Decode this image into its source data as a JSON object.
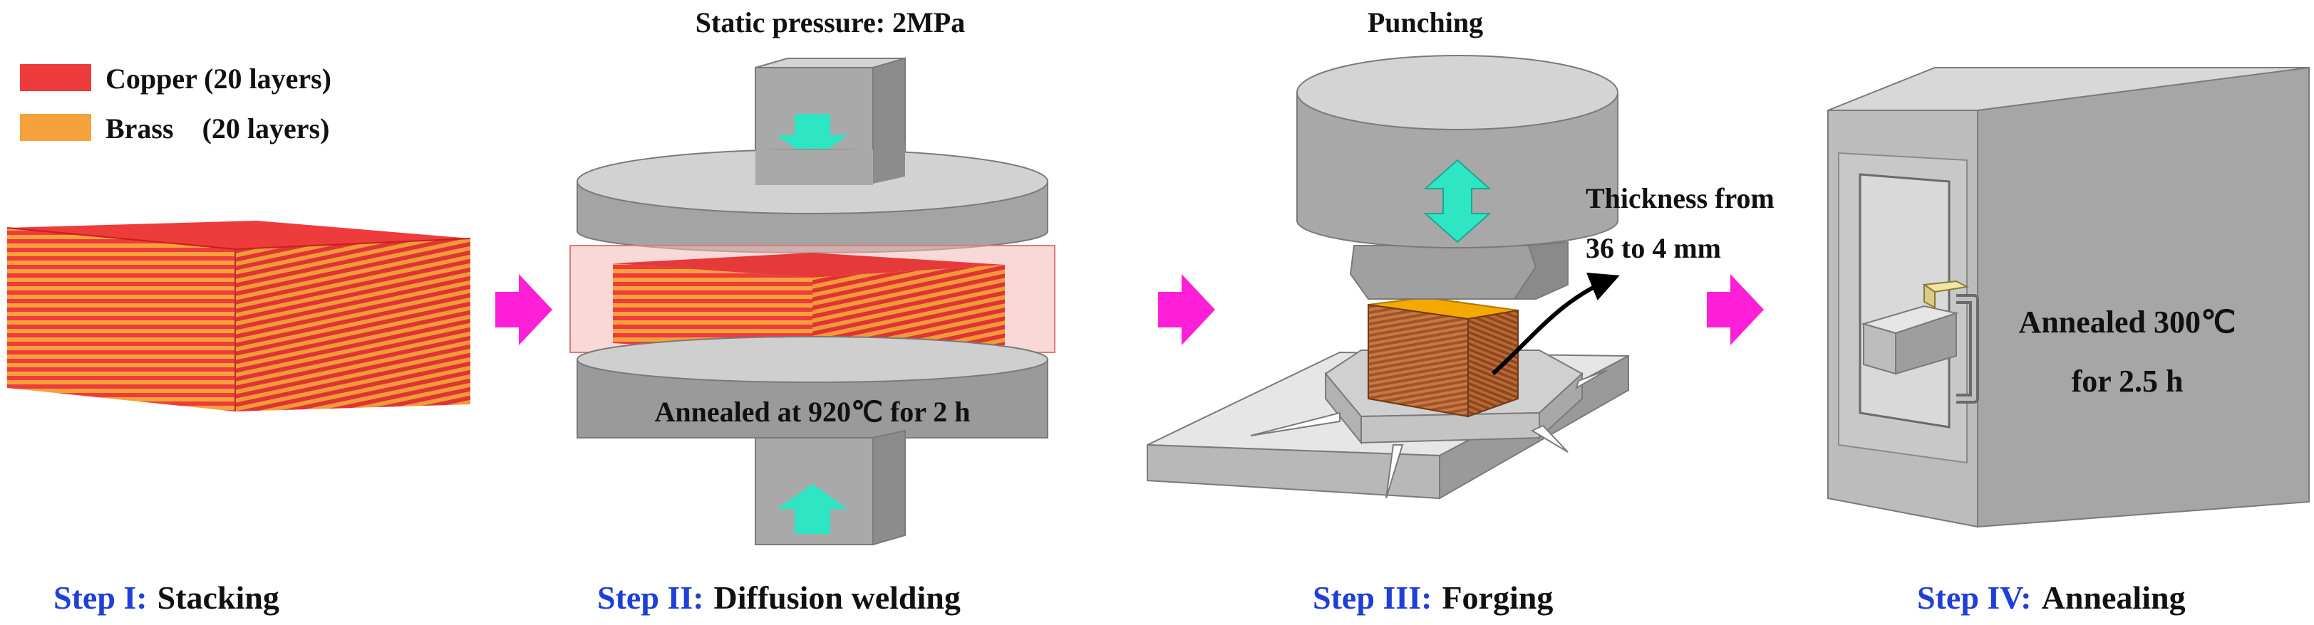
{
  "legend": [
    {
      "material": "Copper",
      "spacer": " ",
      "count": "(20 layers)",
      "color": "#ee3b3b"
    },
    {
      "material": "Brass",
      "spacer": "    ",
      "count": "(20 layers)",
      "color": "#f6a23c"
    }
  ],
  "colors": {
    "copper": "#ee3b3b",
    "brass": "#f6a23c",
    "block_top": "#ee3b3b",
    "machine_gray": "#b0b0b0",
    "arrow_magenta": "#ff1fd8",
    "press_arrow_cyan": "#2ee6c4",
    "step_key_blue": "#1f3fd6",
    "forged_top": "#f5a800"
  },
  "step2": {
    "pressure_label": "Static pressure: 2MPa",
    "anneal_label": "Annealed at 920℃ for 2 h"
  },
  "step3": {
    "punch_label": "Punching",
    "thickness_line1": "Thickness from",
    "thickness_line2": "36 to 4 mm"
  },
  "step4": {
    "anneal_line1": "Annealed 300℃",
    "anneal_line2": "for 2.5 h"
  },
  "steps": [
    {
      "key": "Step I:",
      "name": "Stacking"
    },
    {
      "key": "Step II:",
      "name": "Diffusion welding"
    },
    {
      "key": "Step III:",
      "name": "Forging"
    },
    {
      "key": "Step IV:",
      "name": "Annealing"
    }
  ]
}
